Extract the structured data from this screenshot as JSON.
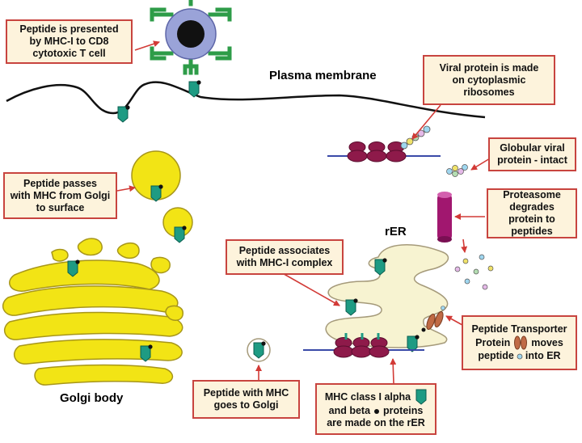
{
  "labels": {
    "plasma_membrane": "Plasma membrane",
    "rer": "rER",
    "golgi_body": "Golgi body"
  },
  "callouts": {
    "peptide_presented": "Peptide is presented\nby MHC-I to CD8\ncytotoxic T cell",
    "viral_protein_made": "Viral protein is made\non cytoplasmic\nribosomes",
    "globular_viral_protein": "Globular viral\nprotein - intact",
    "proteasome_degrades": "Proteasome\ndegrades protein to\npeptides",
    "peptide_passes_golgi": "Peptide passes\nwith MHC from Golgi\nto surface",
    "peptide_associates": "Peptide associates\nwith MHC-I complex",
    "transporter_title": "Peptide Transporter",
    "transporter_word_protein": "Protein",
    "transporter_word_moves": "moves",
    "transporter_word_peptide": "peptide",
    "transporter_word_into_er": "into ER",
    "peptide_goes_golgi": "Peptide with MHC\ngoes to Golgi",
    "mhc_alpha_beta_line1": "MHC class I alpha",
    "mhc_alpha_beta_line2a": "and beta",
    "mhc_alpha_beta_line2b": "proteins",
    "mhc_alpha_beta_line3": "are made on the rER"
  },
  "colors": {
    "callout_border": "#c8443f",
    "callout_fill": "#fdf3dc",
    "arrow": "#d23a36",
    "golgi_yellow": "#f2e415",
    "er_fill": "#f7f3d1",
    "ribosome": "#8e1a4a",
    "mhc_teal": "#1e9b83",
    "proteasome": "#a1176f",
    "tcell_ring": "#9aa3d8",
    "tcr_green": "#2e9c48"
  },
  "icons": [
    "t-cell-icon",
    "mhc-molecule-icon",
    "ribosome-icon",
    "proteasome-icon",
    "peptide-transporter-icon",
    "vesicle-icon",
    "golgi-icon",
    "rer-icon"
  ]
}
